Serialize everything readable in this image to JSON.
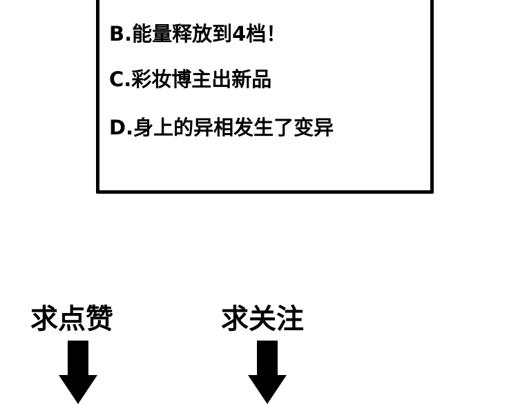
{
  "options": [
    {
      "label": "B.能量释放到4档！"
    },
    {
      "label": "C.彩妆博主出新品"
    },
    {
      "label": "D.身上的异相发生了变异"
    }
  ],
  "calls_to_action": {
    "like": "求点赞",
    "follow": "求关注"
  },
  "icons": {
    "like_arrow": "arrow-down-icon",
    "follow_arrow": "arrow-down-icon"
  }
}
